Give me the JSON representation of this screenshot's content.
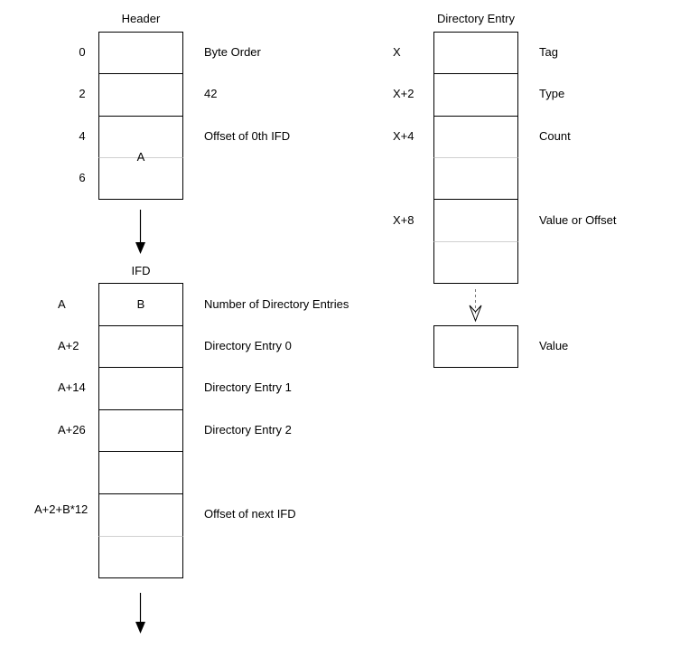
{
  "header": {
    "title": "Header",
    "offsets": [
      "0",
      "2",
      "4",
      "6"
    ],
    "cell_text": "A",
    "fields": [
      "Byte Order",
      "42",
      "Offset of 0th IFD"
    ]
  },
  "ifd": {
    "title": "IFD",
    "offsets": [
      "A",
      "A+2",
      "A+14",
      "A+26",
      "A+2+B*12"
    ],
    "cell_text": "B",
    "fields": [
      "Number of Directory Entries",
      "Directory Entry 0",
      "Directory Entry 1",
      "Directory Entry 2",
      "Offset of next IFD"
    ]
  },
  "directory_entry": {
    "title": "Directory Entry",
    "offsets": [
      "X",
      "X+2",
      "X+4",
      "X+8"
    ],
    "fields": [
      "Tag",
      "Type",
      "Count",
      "Value or Offset"
    ],
    "value_label": "Value"
  },
  "colors": {
    "stroke": "#000000",
    "light_divider": "#d0d0d0"
  }
}
